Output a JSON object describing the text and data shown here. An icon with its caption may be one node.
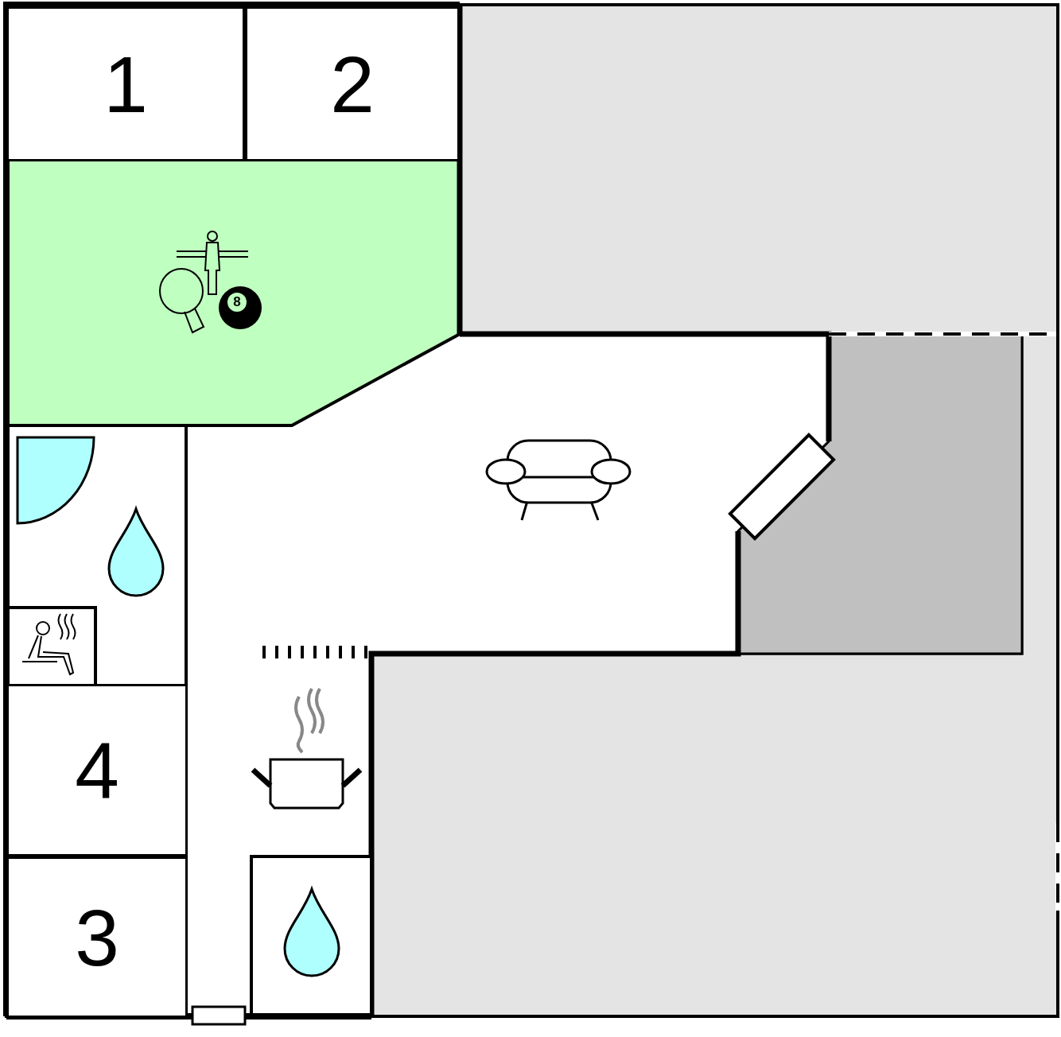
{
  "diagram": {
    "nodes": [
      {
        "text": [
          "1"
        ]
      },
      {
        "text": [
          "2"
        ]
      },
      {
        "text": [
          "4"
        ]
      },
      {
        "text": [
          "3"
        ]
      },
      {
        "text": [],
        "shape": "box"
      }
    ],
    "labels": [
      "8"
    ]
  }
}
